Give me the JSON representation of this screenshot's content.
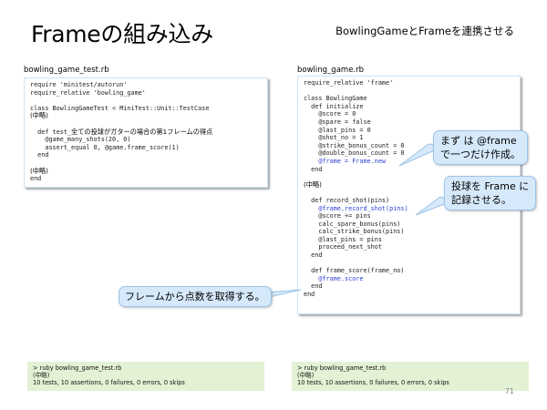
{
  "slide": {
    "title": "Frameの組み込み",
    "subtitle": "BowlingGameとFrameを連携させる",
    "page_number": "71"
  },
  "left_panel": {
    "file_label": "bowling_game_test.rb",
    "code_lines": [
      "require 'minitest/autorun'",
      "require_relative 'bowling_game'",
      "",
      "class BowlingGameTest < MiniTest::Unit::TestCase",
      "(中略)",
      "",
      "  def test_全ての投球がガターの場合の第1フレームの得点",
      "    @game_many_shots(20, 0)",
      "    assert_equal 0, @game.frame_score(1)",
      "  end",
      "",
      "(中略)",
      "end"
    ],
    "terminal": {
      "lines": [
        "> ruby bowling_game_test.rb",
        "(中略)",
        "10 tests, 10 assertions, 0 failures, 0 errors, 0 skips"
      ]
    }
  },
  "right_panel": {
    "file_label": "bowling_game.rb",
    "code_lines": [
      "require_relative 'frame'",
      "",
      "class BowlingGame",
      "  def initialize",
      "    @score = 0",
      "    @spare = false",
      "    @last_pins = 0",
      "    @shot_no = 1",
      "    @strike_bonus_count = 0",
      "    @double_bonus_count = 0",
      "    @frame = Frame.new",
      "  end",
      "",
      "(中略)",
      "",
      "  def record_shot(pins)",
      "    @frame.record_shot(pins)",
      "    @score += pins",
      "    calc_spare_bonus(pins)",
      "    calc_strike_bonus(pins)",
      "    @last_pins = pins",
      "    proceed_next_shot",
      "  end",
      "",
      "  def frame_score(frame_no)",
      "    @frame.score",
      "  end",
      "end"
    ],
    "highlighted_lines": [
      10,
      16,
      25
    ],
    "terminal": {
      "lines": [
        "> ruby bowling_game_test.rb",
        "(中略)",
        "10 tests, 10 assertions, 0 failures, 0 errors, 0 skips"
      ]
    }
  },
  "callouts": {
    "create_frame": "まず は @frame\nで一つだけ作成。",
    "record_to_frame": "投球を Frame に\n記録させる。",
    "get_score": "フレームから点数を取得する。"
  },
  "colors": {
    "highlight_code": "#2a3fd6",
    "callout_fill": "#d6e9fb",
    "callout_border": "#9cc3e6",
    "terminal_bg": "#e3f2d4"
  }
}
